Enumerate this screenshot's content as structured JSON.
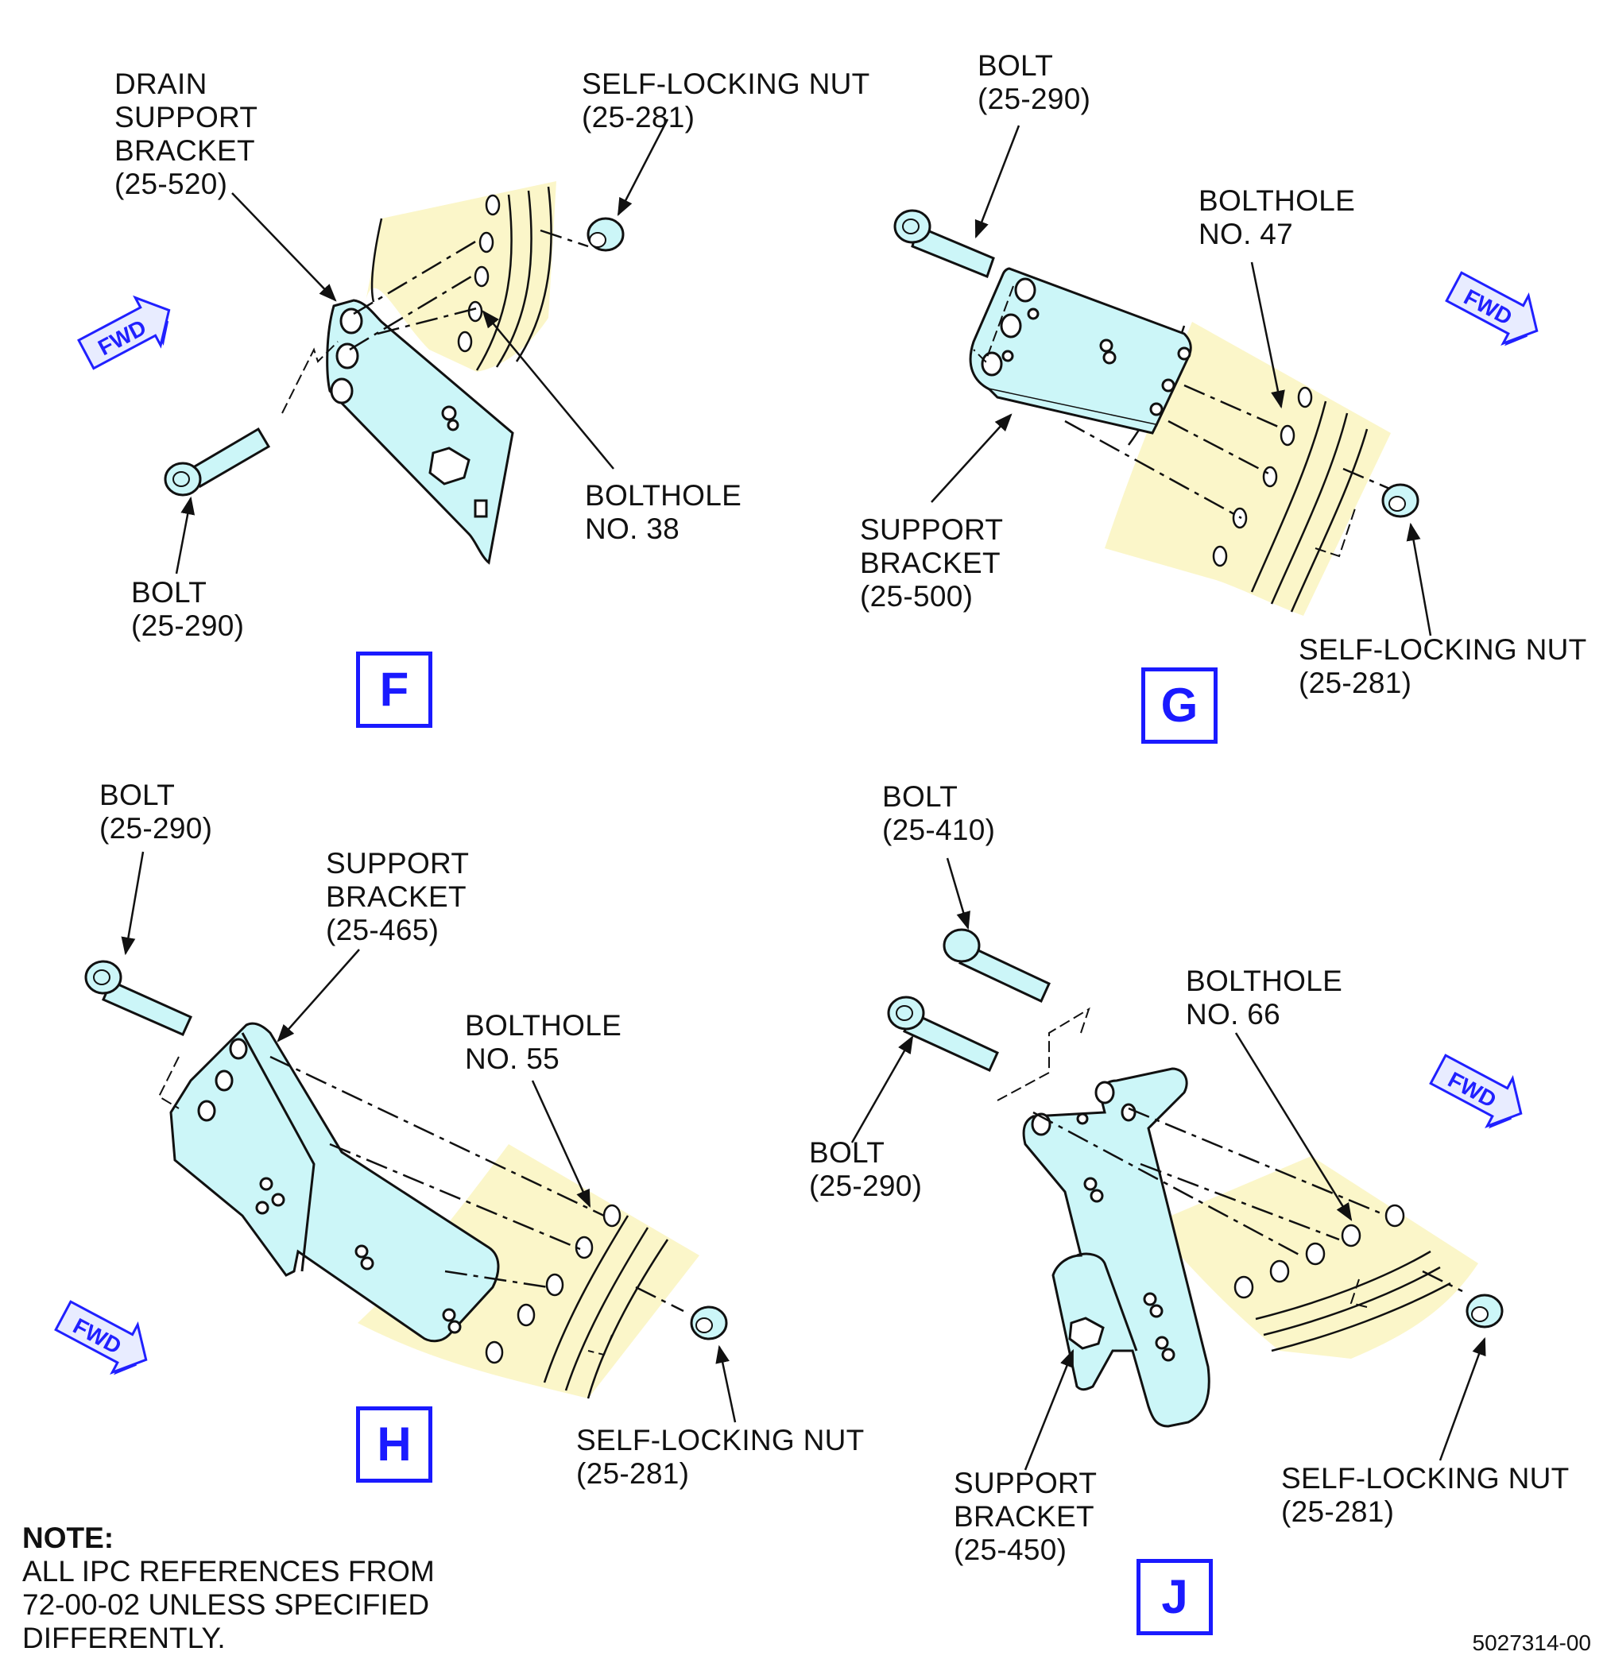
{
  "views": {
    "F": {
      "letter": "F",
      "labels": {
        "drain_bracket": [
          "DRAIN",
          "SUPPORT",
          "BRACKET",
          "(25-520)"
        ],
        "nut": [
          "SELF-LOCKING NUT",
          "(25-281)"
        ],
        "bolthole": [
          "BOLTHOLE",
          "NO. 38"
        ],
        "bolt": [
          "BOLT",
          "(25-290)"
        ]
      }
    },
    "G": {
      "letter": "G",
      "labels": {
        "bolt": [
          "BOLT",
          "(25-290)"
        ],
        "bolthole": [
          "BOLTHOLE",
          "NO. 47"
        ],
        "bracket": [
          "SUPPORT",
          "BRACKET",
          "(25-500)"
        ],
        "nut": [
          "SELF-LOCKING NUT",
          "(25-281)"
        ]
      }
    },
    "H": {
      "letter": "H",
      "labels": {
        "bolt": [
          "BOLT",
          "(25-290)"
        ],
        "bracket": [
          "SUPPORT",
          "BRACKET",
          "(25-465)"
        ],
        "bolthole": [
          "BOLTHOLE",
          "NO. 55"
        ],
        "nut": [
          "SELF-LOCKING NUT",
          "(25-281)"
        ]
      }
    },
    "J": {
      "letter": "J",
      "labels": {
        "bolt_410": [
          "BOLT",
          "(25-410)"
        ],
        "bolthole": [
          "BOLTHOLE",
          "NO. 66"
        ],
        "bolt_290": [
          "BOLT",
          "(25-290)"
        ],
        "bracket": [
          "SUPPORT",
          "BRACKET",
          "(25-450)"
        ],
        "nut": [
          "SELF-LOCKING NUT",
          "(25-281)"
        ]
      }
    }
  },
  "fwd_label": "FWD",
  "note": {
    "heading": "NOTE:",
    "lines": [
      "ALL IPC REFERENCES FROM",
      "72-00-02 UNLESS SPECIFIED",
      "DIFFERENTLY."
    ]
  },
  "document_number": "5027314-00",
  "colors": {
    "flange": "#fbf6c9",
    "bracket": "#ccf6f8",
    "view_letter": "#1a1aff",
    "fwd_arrow": "#2020ff"
  }
}
